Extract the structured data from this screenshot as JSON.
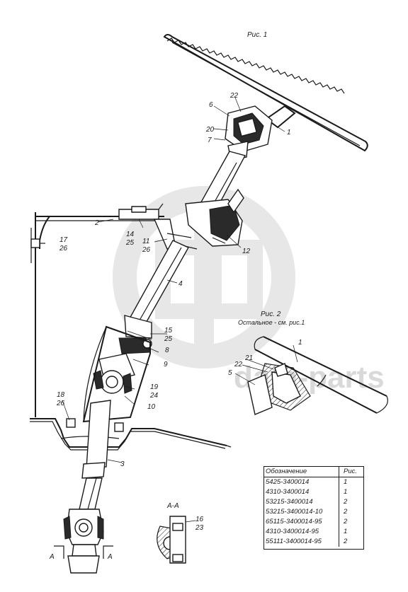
{
  "figure1": {
    "caption": "Рис. 1"
  },
  "figure2": {
    "caption": "Рис. 2",
    "note": "Остальное - см. рис.1"
  },
  "section": {
    "caption": "А-А",
    "markers": [
      "А",
      "А"
    ]
  },
  "callouts": {
    "c1": "1",
    "c2": "2",
    "c3": "3",
    "c4": "4",
    "c6": "6",
    "c7": "7",
    "c8": "8",
    "c9": "9",
    "c10": "10",
    "c12": "12",
    "c20": "20",
    "c22": "22",
    "c11_26": [
      "11",
      "26"
    ],
    "c14_25": [
      "14",
      "25"
    ],
    "c15_25": [
      "15",
      "25"
    ],
    "c17_26": [
      "17",
      "26"
    ],
    "c18_26": [
      "18",
      "26"
    ],
    "c19_24": [
      "19",
      "24"
    ],
    "c16_23": [
      "16",
      "23"
    ],
    "f2_1": "1",
    "f2_5": "5",
    "f2_21": "21",
    "f2_22": "22"
  },
  "watermark": "data-parts",
  "table": {
    "headers": [
      "Обозначение",
      "Рис."
    ],
    "rows": [
      [
        "5425-3400014",
        "1"
      ],
      [
        "4310-3400014",
        "1"
      ],
      [
        "53215-3400014",
        "2"
      ],
      [
        "53215-3400014-10",
        "2"
      ],
      [
        "65115-3400014-95",
        "2"
      ],
      [
        "4310-3400014-95",
        "1"
      ],
      [
        "55111-3400014-95",
        "2"
      ]
    ]
  }
}
